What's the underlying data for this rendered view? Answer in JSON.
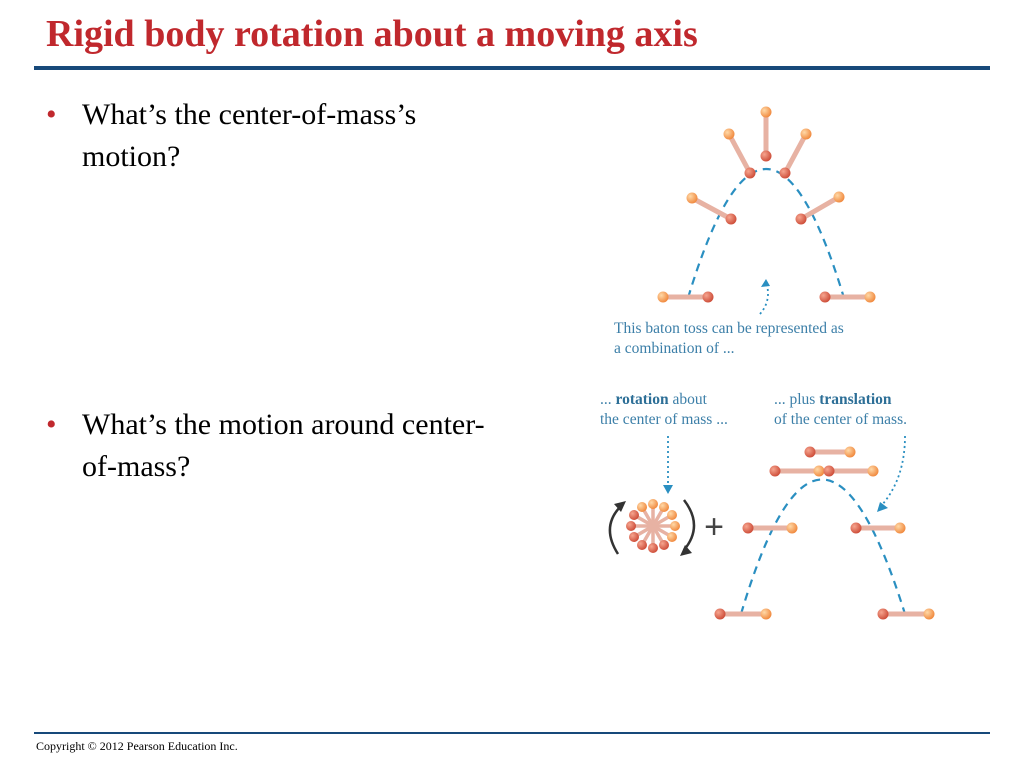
{
  "slide": {
    "title": "Rigid body rotation about a moving axis",
    "bullets": [
      {
        "marker": "•",
        "text": "What’s the center-of-mass’s motion?"
      },
      {
        "marker": "•",
        "text": "What’s the motion around center-of-mass?"
      }
    ],
    "footer": "Copyright © 2012 Pearson Education Inc."
  },
  "figure": {
    "caption_main_line1": "This baton toss can be represented as",
    "caption_main_line2": "a combination of ...",
    "caption_rotation_pre": "... ",
    "caption_rotation_bold": "rotation",
    "caption_rotation_post": " about",
    "caption_rotation_line2": "the center of mass ...",
    "caption_translation_pre": "... plus ",
    "caption_translation_bold": "translation",
    "caption_translation_line2": "of the center of mass.",
    "plus_sign": "+",
    "colors": {
      "title": "#c0282d",
      "rule": "#17497a",
      "path": "#2a8fc1",
      "caption": "#3c7fa8",
      "ball_light": "#f2a15a",
      "ball_dark": "#d9573f",
      "rod": "#e7b2a3"
    }
  }
}
